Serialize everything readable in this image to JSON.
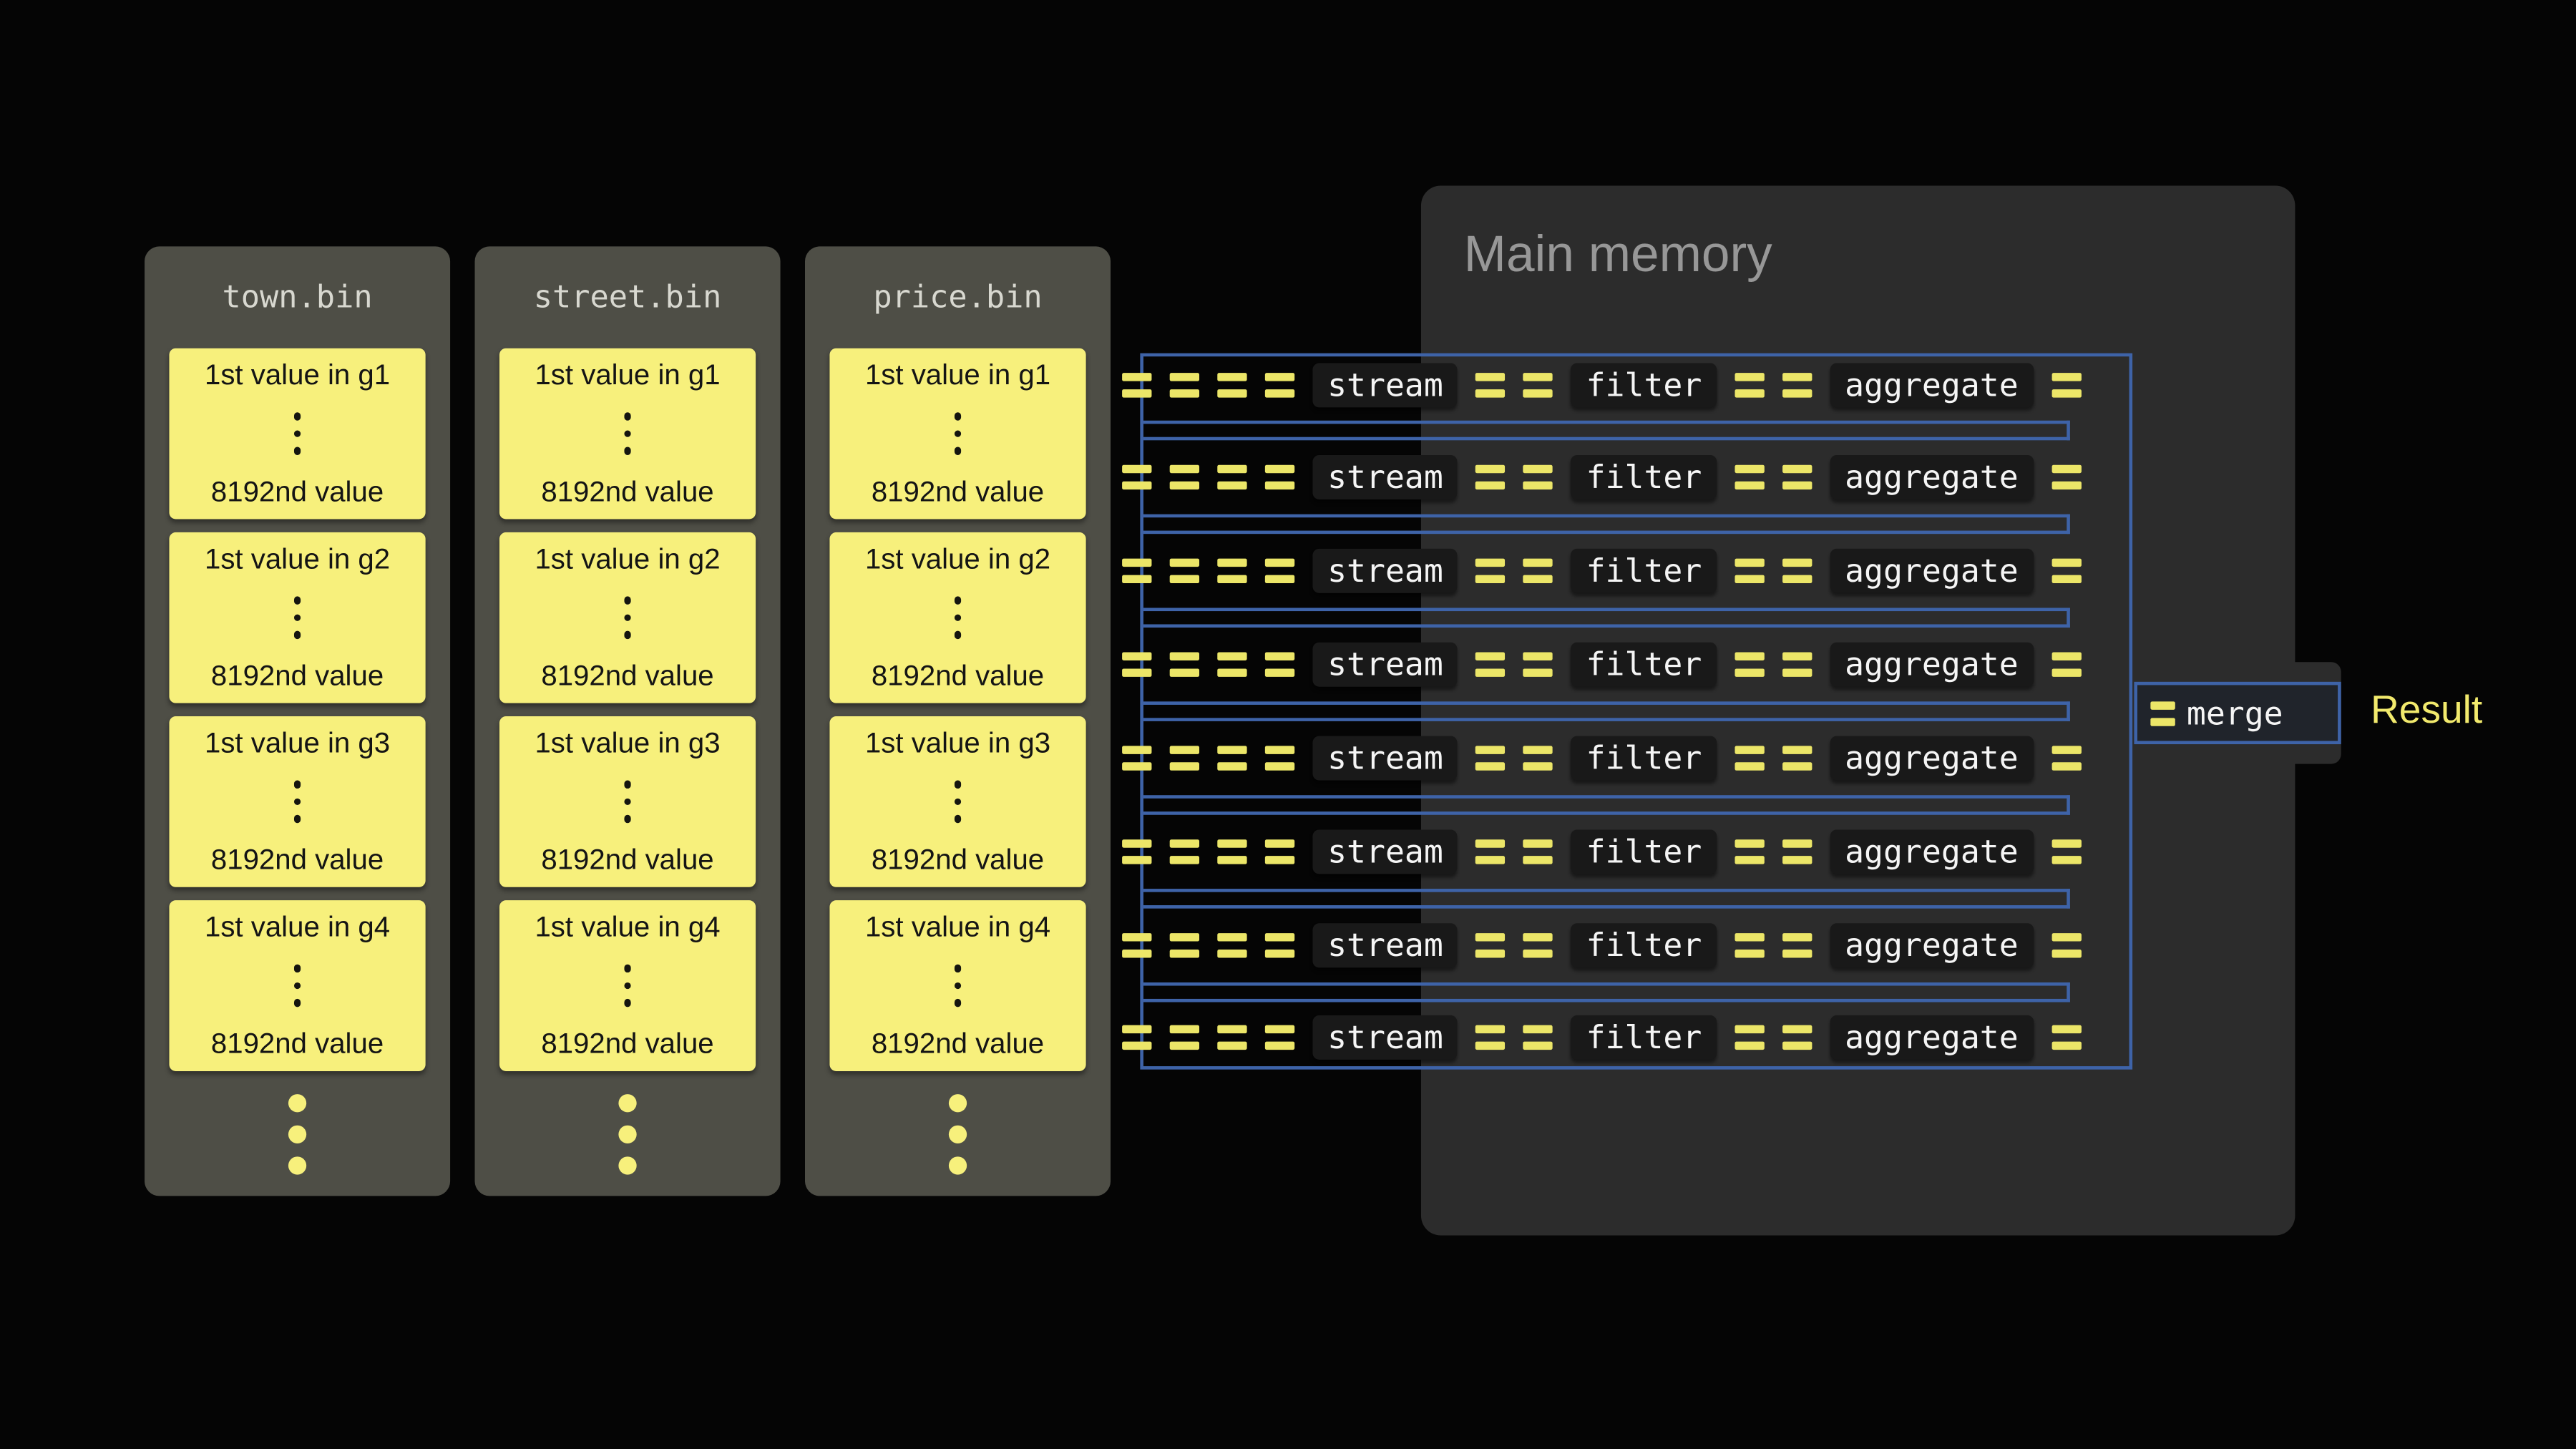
{
  "canvas": {
    "background": "#050505"
  },
  "colors": {
    "canvas_bg": "#050505",
    "file_panel_bg": "#4e4e46",
    "file_title_text": "#d8d8d0",
    "group_box_bg": "#f7f07c",
    "group_box_text": "#141414",
    "memory_panel_bg": "#2c2c2c",
    "memory_title_text": "#979797",
    "pipeline_blue": "#3e63a8",
    "dash_yellow": "#ece668",
    "stage_box_bg": "#191919",
    "stage_text": "#f5f5f5",
    "result_text": "#f2ea6d"
  },
  "files": [
    {
      "title": "town.bin",
      "groups": [
        {
          "first": "1st value in g1",
          "last": "8192nd value"
        },
        {
          "first": "1st value in g2",
          "last": "8192nd value"
        },
        {
          "first": "1st value in g3",
          "last": "8192nd value"
        },
        {
          "first": "1st value in g4",
          "last": "8192nd value"
        }
      ]
    },
    {
      "title": "street.bin",
      "groups": [
        {
          "first": "1st value in g1",
          "last": "8192nd value"
        },
        {
          "first": "1st value in g2",
          "last": "8192nd value"
        },
        {
          "first": "1st value in g3",
          "last": "8192nd value"
        },
        {
          "first": "1st value in g4",
          "last": "8192nd value"
        }
      ]
    },
    {
      "title": "price.bin",
      "groups": [
        {
          "first": "1st value in g1",
          "last": "8192nd value"
        },
        {
          "first": "1st value in g2",
          "last": "8192nd value"
        },
        {
          "first": "1st value in g3",
          "last": "8192nd value"
        },
        {
          "first": "1st value in g4",
          "last": "8192nd value"
        }
      ]
    }
  ],
  "main_memory": {
    "title": "Main memory"
  },
  "pipeline": {
    "row_count": 8,
    "stages": [
      "stream",
      "filter",
      "aggregate"
    ],
    "dash_pattern": [
      4,
      2,
      2,
      1
    ],
    "merge": {
      "label": "merge",
      "dash_count": 1
    },
    "result_label": "Result"
  }
}
